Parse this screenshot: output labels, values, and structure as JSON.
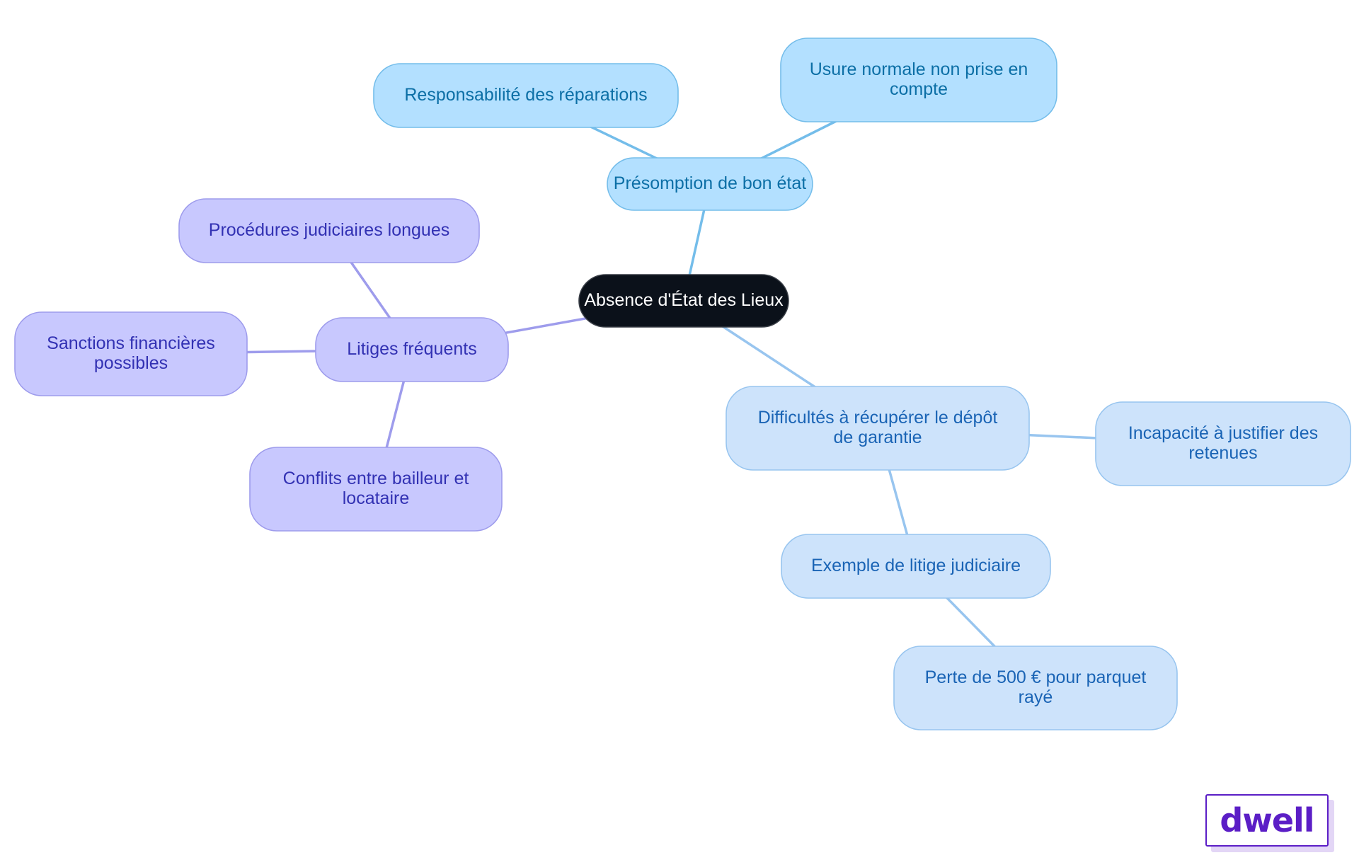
{
  "diagram": {
    "root": {
      "id": "root",
      "lines": [
        "Absence d'État des Lieux"
      ],
      "style": "dark"
    },
    "nodes": [
      {
        "id": "presomption",
        "parent": "root",
        "lines": [
          "Présomption de bon état"
        ],
        "style": "sky"
      },
      {
        "id": "responsabilite",
        "parent": "presomption",
        "lines": [
          "Responsabilité des réparations"
        ],
        "style": "sky"
      },
      {
        "id": "usure",
        "parent": "presomption",
        "lines": [
          "Usure normale non prise en",
          "compte"
        ],
        "style": "sky"
      },
      {
        "id": "litiges",
        "parent": "root",
        "lines": [
          "Litiges fréquents"
        ],
        "style": "lavender"
      },
      {
        "id": "procedures",
        "parent": "litiges",
        "lines": [
          "Procédures judiciaires longues"
        ],
        "style": "lavender"
      },
      {
        "id": "sanctions",
        "parent": "litiges",
        "lines": [
          "Sanctions financières",
          "possibles"
        ],
        "style": "lavender"
      },
      {
        "id": "conflits",
        "parent": "litiges",
        "lines": [
          "Conflits entre bailleur et",
          "locataire"
        ],
        "style": "lavender"
      },
      {
        "id": "difficultes",
        "parent": "root",
        "lines": [
          "Difficultés à récupérer le dépôt",
          "de garantie"
        ],
        "style": "pale"
      },
      {
        "id": "incapacite",
        "parent": "difficultes",
        "lines": [
          "Incapacité à justifier des",
          "retenues"
        ],
        "style": "pale"
      },
      {
        "id": "exemple",
        "parent": "difficultes",
        "lines": [
          "Exemple de litige judiciaire"
        ],
        "style": "pale"
      },
      {
        "id": "perte",
        "parent": "exemple",
        "lines": [
          "Perte de 500 € pour parquet",
          "rayé"
        ],
        "style": "pale"
      }
    ]
  },
  "colors": {
    "dark": {
      "fill": "#0b111a",
      "stroke": "#3a3f47",
      "text": "#ffffff",
      "edge": "#9a9ce8"
    },
    "sky": {
      "fill": "#b3e0ff",
      "stroke": "#74bdea",
      "text": "#0c6fa6",
      "edge": "#74bdea"
    },
    "lavender": {
      "fill": "#c8c8fe",
      "stroke": "#9e9cec",
      "text": "#3231b3",
      "edge": "#9e9cec"
    },
    "pale": {
      "fill": "#cde3fb",
      "stroke": "#98c5ef",
      "text": "#1a64b5",
      "edge": "#98c5ef"
    }
  },
  "logo": {
    "text": "dwell",
    "color": "#5b1ec6"
  }
}
